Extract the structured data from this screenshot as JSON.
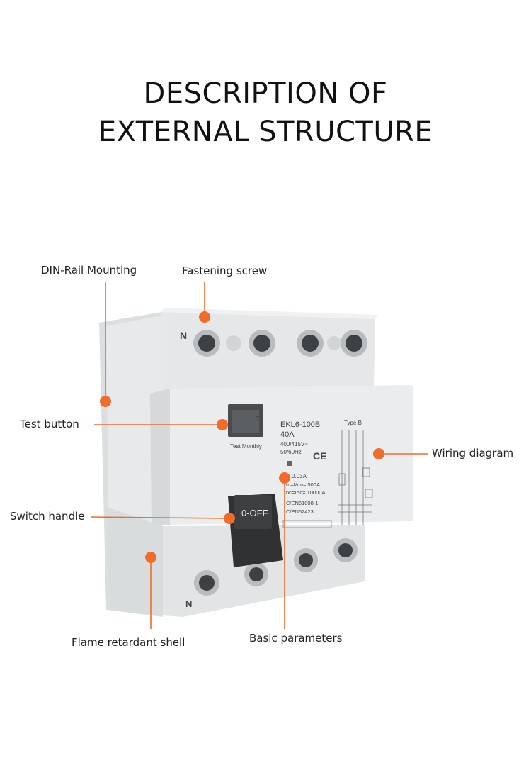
{
  "heading": {
    "line1": "DESCRIPTION OF",
    "line2": "EXTERNAL STRUCTURE"
  },
  "callouts": {
    "din_rail": "DIN-Rail Mounting",
    "fastening_screw": "Fastening screw",
    "test_button": "Test button",
    "wiring_diagram": "Wiring diagram",
    "switch_handle": "Switch handle",
    "flame_shell": "Flame retardant shell",
    "basic_params": "Basic parameters"
  },
  "device": {
    "terminal_top_label": "N",
    "terminal_bottom_label": "N",
    "test_button_caption": "Test Monthly",
    "test_button_glyph": "T",
    "model": "EKL6-100B",
    "current": "40A",
    "voltage": "400/415V~",
    "frequency": "50/60Hz",
    "cert_mark": "CE",
    "sensitivity": "0.03A",
    "param_im": "m=IΔm= 500A",
    "param_inc": "nc=IΔc= 10000A",
    "standard1": "C/EN61008-1",
    "standard2": "C/EN62423",
    "switch_label": "0-OFF",
    "type_label": "Type B"
  },
  "colors": {
    "accent": "#f26b2a",
    "housing": "#e4e6e7",
    "housing_shadow": "#cfd2d3",
    "handle": "#3a3c3e"
  }
}
